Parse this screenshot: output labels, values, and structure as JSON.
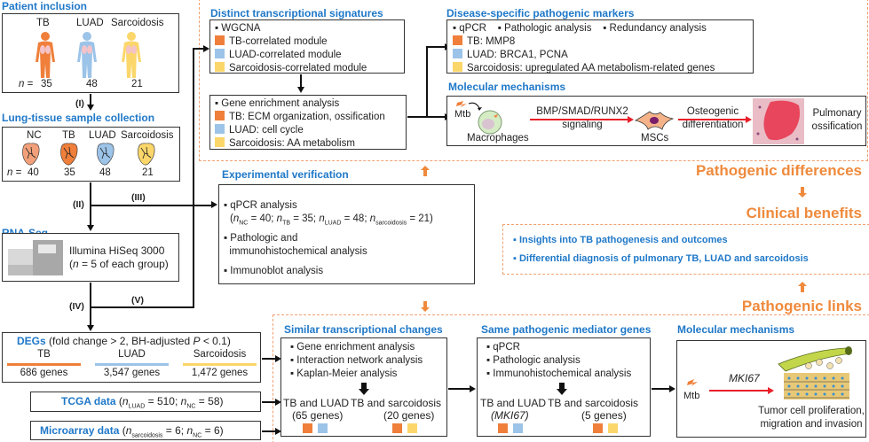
{
  "colors": {
    "tb": "#ef7f3a",
    "luad": "#9cc3e8",
    "sarcoidosis": "#fbd66a",
    "title_blue": "#1f78c8",
    "accent_orange": "#ef8a3c",
    "arrow_red": "#e8202a"
  },
  "patient_inclusion": {
    "title": "Patient inclusion",
    "groups": [
      "TB",
      "LUAD",
      "Sarcoidosis"
    ],
    "n_prefix": "n =",
    "n_values": [
      "35",
      "48",
      "21"
    ]
  },
  "step_labels": {
    "i": "(I)",
    "ii": "(II)",
    "iii": "(III)",
    "iv": "(IV)",
    "v": "(V)"
  },
  "lung_tissue": {
    "title": "Lung-tissue sample collection",
    "groups": [
      "NC",
      "TB",
      "LUAD",
      "Sarcoidosis"
    ],
    "n_prefix": "n =",
    "n_values": [
      "40",
      "35",
      "48",
      "21"
    ]
  },
  "rna_seq": {
    "title": "RNA-Seq",
    "platform": "Illumina HiSeq 3000",
    "sample_note_pre": "(",
    "sample_note_n": "n",
    "sample_note_post": " = 5 of each group)"
  },
  "degs": {
    "title": "DEGs",
    "criteria_pre": " (fold change > 2, BH-adjusted ",
    "criteria_p": "P",
    "criteria_post": " < 0.1)",
    "groups": [
      {
        "name": "TB",
        "count": "686 genes"
      },
      {
        "name": "LUAD",
        "count": "3,547 genes"
      },
      {
        "name": "Sarcoidosis",
        "count": "1,472 genes"
      }
    ]
  },
  "tcga": {
    "title": "TCGA data",
    "n1_sub": "LUAD",
    "n1_val": " = 510; ",
    "n2_sub": "NC",
    "n2_val": " = 58)"
  },
  "microarray": {
    "title": "Microarray data",
    "n1_sub": "sarcoidosis",
    "n1_val": " = 6; ",
    "n2_sub": "NC",
    "n2_val": " = 6)"
  },
  "distinct_signatures": {
    "title": "Distinct transcriptional signatures",
    "method": "WGCNA",
    "items": [
      "TB-correlated module",
      "LUAD-correlated module",
      "Sarcoidosis-correlated module"
    ],
    "enrichment_method": "Gene enrichment analysis",
    "enrichment_items": [
      "TB: ECM organization, ossification",
      "LUAD: cell cycle",
      "Sarcoidosis: AA metabolism"
    ]
  },
  "disease_markers": {
    "title": "Disease-specific pathogenic markers",
    "methods": [
      "qPCR",
      "Pathologic analysis",
      "Redundancy analysis"
    ],
    "items": [
      "TB: MMP8",
      "LUAD: BRCA1, PCNA",
      "Sarcoidosis: upregulated AA metabolism-related genes"
    ]
  },
  "molecular_top": {
    "title": "Molecular mechanisms",
    "mtb": "Mtb",
    "macrophages": "Macrophages",
    "signal_line1": "BMP/SMAD/RUNX2",
    "signal_line2": "signaling",
    "mscs": "MSCs",
    "diff_line1": "Osteogenic",
    "diff_line2": "differentiation",
    "outcome_line1": "Pulmonary",
    "outcome_line2": "ossification"
  },
  "experimental": {
    "title": "Experimental verification",
    "item1": "qPCR analysis",
    "item1_detail": [
      {
        "sub": "NC",
        "val": " = 40; "
      },
      {
        "sub": "TB",
        "val": " = 35; "
      },
      {
        "sub": "LUAD",
        "val": " = 48; "
      },
      {
        "sub": "sarcoidosis",
        "val": " = 21)"
      }
    ],
    "item2_line1": "Pathologic and",
    "item2_line2": "immunohistochemical analysis",
    "item3": "Immunoblot analysis"
  },
  "right_panel": {
    "pathogenic_differences": "Pathogenic differences",
    "clinical_benefits": "Clinical benefits",
    "benefits": [
      "Insights into TB pathogenesis and outcomes",
      "Differential diagnosis of pulmonary  TB, LUAD and sarcoidosis"
    ],
    "pathogenic_links": "Pathogenic links"
  },
  "similar_changes": {
    "title": "Similar transcriptional changes",
    "methods": [
      "Gene enrichment analysis",
      "Interaction network analysis",
      "Kaplan-Meier analysis"
    ],
    "left_label": "TB and LUAD",
    "left_sub": "(65 genes)",
    "right_label": "TB and sarcoidosis",
    "right_sub": "(20 genes)"
  },
  "same_mediators": {
    "title": "Same pathogenic mediator genes",
    "methods": [
      "qPCR",
      "Pathologic analysis",
      "Immunohistochemical analysis"
    ],
    "left_label": "TB and LUAD",
    "left_sub": "(MKI67)",
    "right_label": "TB and sarcoidosis",
    "right_sub": "(5 genes)"
  },
  "molecular_bottom": {
    "title": "Molecular mechanisms",
    "mtb": "Mtb",
    "gene": "MKI67",
    "outcome_line1": "Tumor cell proliferation,",
    "outcome_line2": "migration and invasion"
  }
}
